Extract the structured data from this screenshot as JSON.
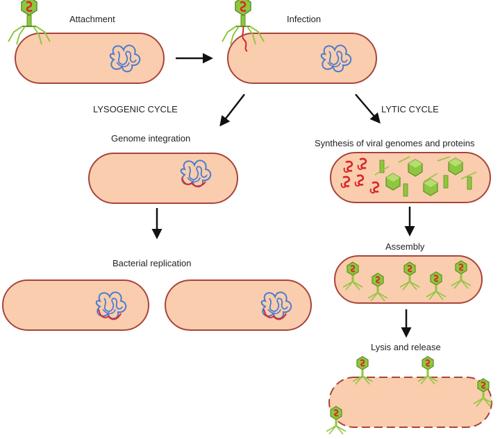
{
  "labels": {
    "attachment": "Attachment",
    "infection": "Infection",
    "lysogenic": "LYSOGENIC CYCLE",
    "lytic": "LYTIC CYCLE",
    "genome_integration": "Genome integration",
    "synthesis": "Synthesis of viral genomes and proteins",
    "bacterial_replication": "Bacterial replication",
    "assembly": "Assembly",
    "lysis": "Lysis and release"
  },
  "colors": {
    "cell_fill": "#f9cdad",
    "cell_stroke": "#a8433c",
    "dna": "#4a7bd0",
    "viral_dna": "#d8262a",
    "phage_green": "#8fc63f",
    "phage_dark": "#5c8e22",
    "arrow": "#111111"
  }
}
